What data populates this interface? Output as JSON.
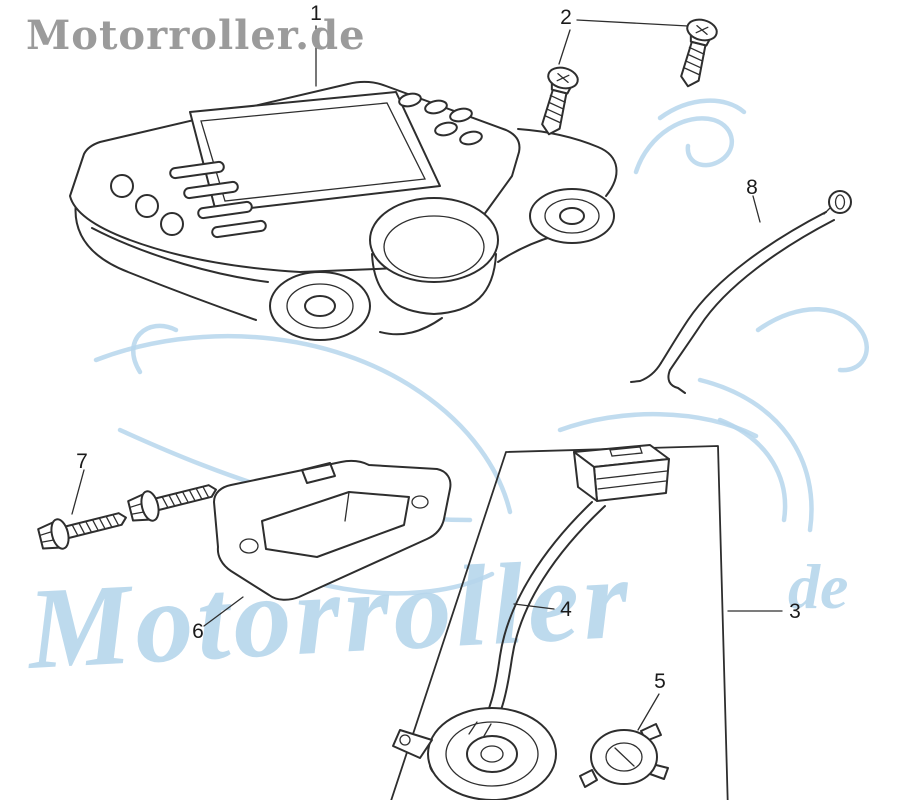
{
  "header": {
    "brand_watermark": "Motorroller.de"
  },
  "watermark": {
    "brand": "Motorroller",
    "suffix": "de"
  },
  "colors": {
    "line_art": "#2e2e2e",
    "watermark_blue": "#b6d6ec",
    "header_gray": "#9b9b9b"
  },
  "parts": [
    {
      "number": "1"
    },
    {
      "number": "2"
    },
    {
      "number": "3"
    },
    {
      "number": "4"
    },
    {
      "number": "5"
    },
    {
      "number": "6"
    },
    {
      "number": "7"
    },
    {
      "number": "8"
    }
  ]
}
